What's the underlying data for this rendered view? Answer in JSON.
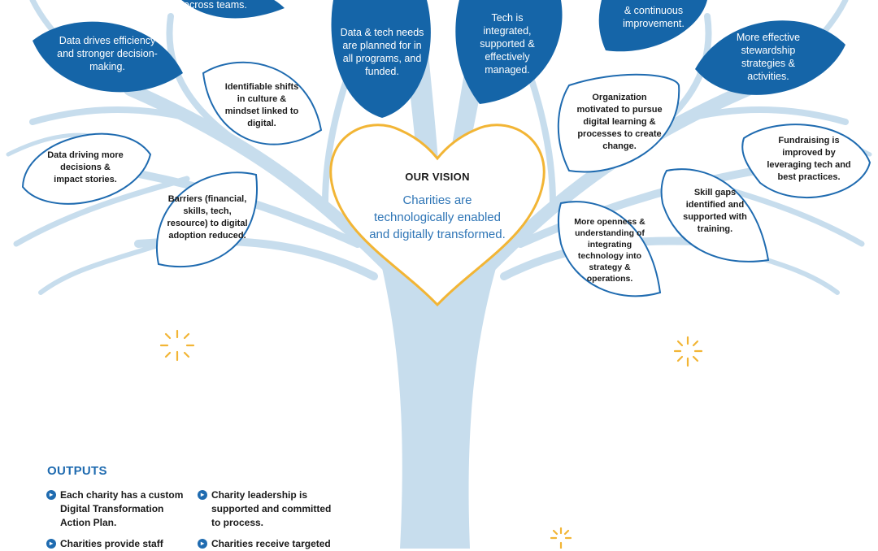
{
  "colors": {
    "leaf_dark": "#1565a8",
    "leaf_light_stroke": "#1f6bb0",
    "tree": "#c7dded",
    "heart": "#f2b535",
    "accent_text": "#2e75b6",
    "sparkle": "#f2b535"
  },
  "dark_leaves": [
    {
      "text": "across teams."
    },
    {
      "text": "Data drives efficiency and stronger decision-making."
    },
    {
      "text": "Data & tech needs are planned for in all programs, and funded."
    },
    {
      "text": "Tech is integrated, supported & effectively managed."
    },
    {
      "text": "& continuous improvement."
    },
    {
      "text": "More effective stewardship strategies & activities."
    }
  ],
  "light_leaves": [
    {
      "text": "Identifiable shifts in culture & mindset linked to digital."
    },
    {
      "text": "Data driving more decisions & impact stories."
    },
    {
      "text": "Barriers (financial, skills, tech, resource) to digital adoption reduced."
    },
    {
      "text": "Organization motivated to pursue digital learning & processes to create change."
    },
    {
      "text": "Fundraising is improved by leveraging tech and best practices."
    },
    {
      "text": "Skill gaps identified and supported with training."
    },
    {
      "text": "More openness & understanding of integrating technology into strategy & operations."
    }
  ],
  "vision": {
    "title": "OUR VISION",
    "text": "Charities are technologically enabled and digitally transformed."
  },
  "outputs": {
    "title": "OUTPUTS",
    "items": [
      {
        "text": "Each charity has a custom Digital Transformation Action Plan."
      },
      {
        "text": "Charity leadership is supported and committed to process."
      },
      {
        "text": "Charities provide staff"
      },
      {
        "text": "Charities receive targeted"
      }
    ]
  }
}
